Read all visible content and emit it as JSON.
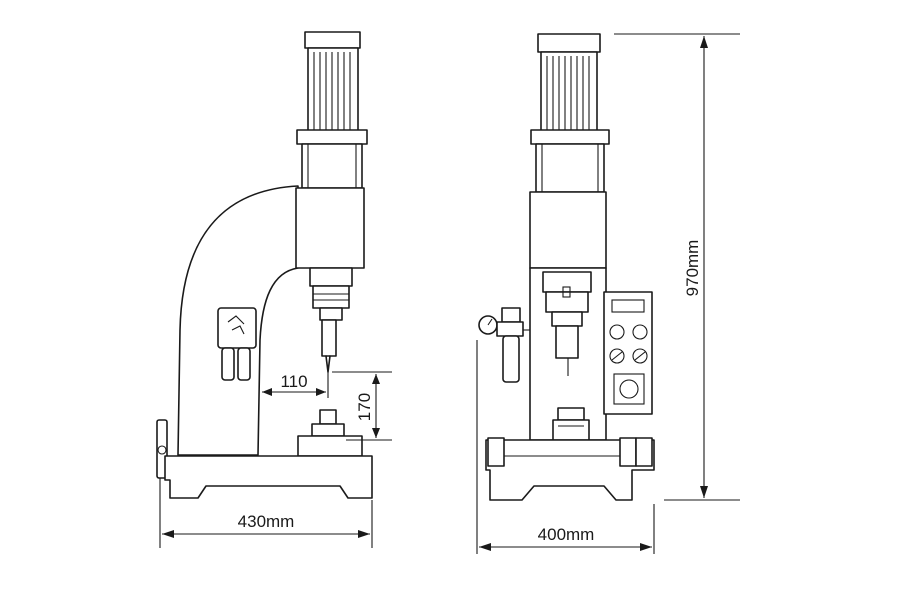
{
  "dimensions": {
    "side_width": "430mm",
    "front_width": "400mm",
    "height": "970mm",
    "throat_depth": "110",
    "stroke_gap": "170"
  },
  "colors": {
    "line": "#1a1a1a",
    "background": "#ffffff"
  }
}
